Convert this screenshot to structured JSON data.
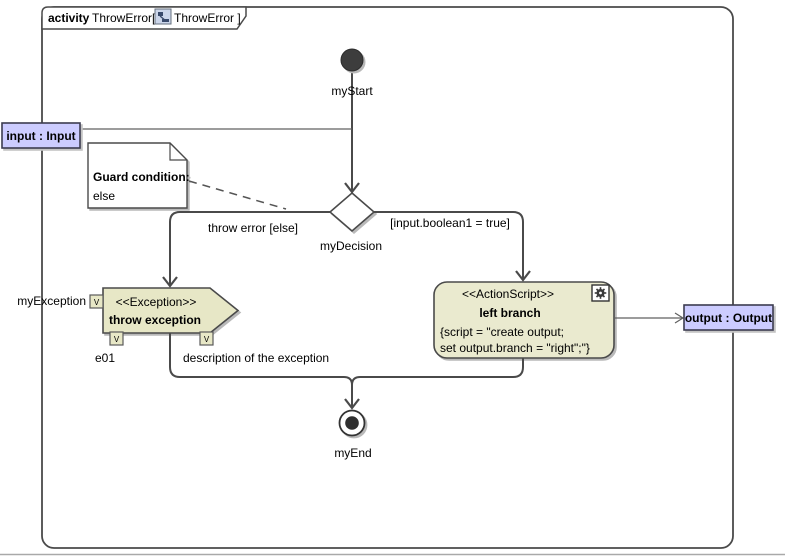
{
  "frame": {
    "keyword": "activity",
    "activity_name": "ThrowError[",
    "diagram_name": "ThrowError ]"
  },
  "nodes": {
    "start": {
      "name": "myStart"
    },
    "decision": {
      "name": "myDecision"
    },
    "end": {
      "name": "myEnd"
    },
    "input_parameter": {
      "label": "input : Input"
    },
    "output_parameter": {
      "label": "output : Output"
    },
    "guard_note": {
      "title": "Guard condition:",
      "body": "else"
    },
    "throw_exception": {
      "stereotype": "<<Exception>>",
      "name": "throw exception",
      "pin_glyph": "V",
      "exception_label": "myException",
      "error_code_label": "e01",
      "description_label": "description of the exception"
    },
    "left_branch": {
      "stereotype": "<<ActionScript>>",
      "name": "left branch",
      "script_line_1": "{script = \"create output;",
      "script_line_2": "set output.branch = \"right\";\"}"
    }
  },
  "edges": {
    "throw_error_guard": "throw error [else]",
    "true_guard": "[input.boolean1 = true]"
  },
  "colors": {
    "parameter_fill": "#ccccff",
    "exception_fill": "#e7e7c6",
    "action_fill": "#eaeacf",
    "stereotype_text": "#2222cc",
    "edge": "#4a4a4a"
  }
}
